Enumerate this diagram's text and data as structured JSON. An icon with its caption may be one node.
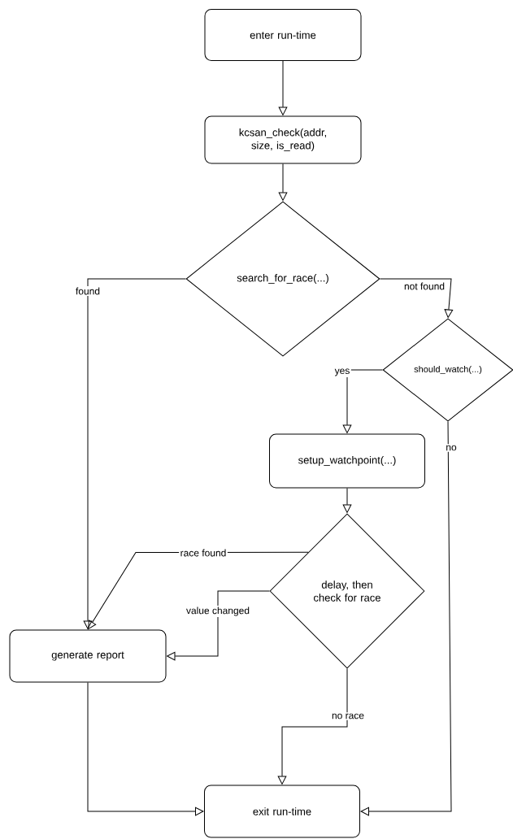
{
  "diagram": {
    "nodes": [
      {
        "text": [
          "enter run-time"
        ]
      },
      {
        "text": [
          "kcsan_check(addr, size, is_read)"
        ]
      },
      {
        "text": [
          "search_for_race(...)"
        ]
      },
      {
        "text": [
          "should_watch(...)"
        ]
      },
      {
        "text": [
          "setup_watchpoint(...)"
        ]
      },
      {
        "text": [
          "delay, then check for race"
        ]
      },
      {
        "text": [
          "generate report"
        ]
      },
      {
        "text": [
          "exit run-time"
        ]
      }
    ],
    "edges": [
      {
        "from": 0,
        "to": 1,
        "arrow": "to"
      },
      {
        "from": 1,
        "to": 2,
        "arrow": "to"
      },
      {
        "from": 2,
        "to": 6,
        "arrow": "to",
        "label": "found"
      },
      {
        "from": 2,
        "to": 3,
        "arrow": "to",
        "label": "not found"
      },
      {
        "from": 3,
        "to": 4,
        "arrow": "to",
        "label": "yes"
      },
      {
        "from": 3,
        "to": 7,
        "arrow": "to",
        "label": "no"
      },
      {
        "from": 4,
        "to": 5,
        "arrow": "to"
      },
      {
        "from": 5,
        "to": 6,
        "arrow": "to",
        "label": "race found"
      },
      {
        "from": 5,
        "to": 6,
        "arrow": "to",
        "label": "value changed"
      },
      {
        "from": 5,
        "to": 7,
        "arrow": "to",
        "label": "no race"
      },
      {
        "from": 6,
        "to": 7,
        "arrow": "to"
      }
    ]
  }
}
